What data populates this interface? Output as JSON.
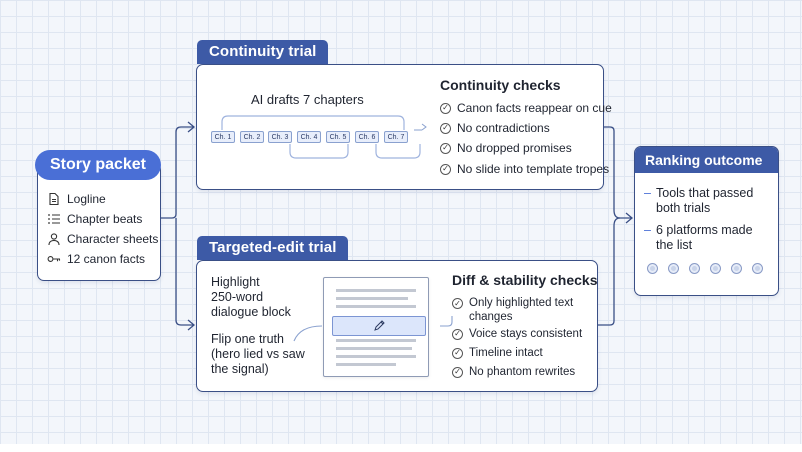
{
  "story_packet": {
    "title": "Story packet",
    "items": [
      {
        "icon": "document-icon",
        "label": "Logline"
      },
      {
        "icon": "list-icon",
        "label": "Chapter beats"
      },
      {
        "icon": "person-icon",
        "label": "Character sheets"
      },
      {
        "icon": "key-icon",
        "label": "12 canon facts"
      }
    ]
  },
  "continuity_trial": {
    "tab": "Continuity trial",
    "drafts_label": "AI drafts 7 chapters",
    "chapters": [
      "Ch. 1",
      "Ch. 2",
      "Ch. 3",
      "Ch. 4",
      "Ch. 5",
      "Ch. 6",
      "Ch. 7"
    ],
    "checks_title": "Continuity checks",
    "checks": [
      "Canon facts reappear on cue",
      "No contradictions",
      "No dropped promises",
      "No slide into template tropes"
    ]
  },
  "targeted_edit_trial": {
    "tab": "Targeted-edit trial",
    "step1": [
      "Highlight",
      "250-word",
      "dialogue block"
    ],
    "step2": [
      "Flip one truth",
      "(hero lied vs saw",
      "the signal)"
    ],
    "checks_title": "Diff & stability checks",
    "checks": [
      "Only highlighted text changes",
      "Voice stays consistent",
      "Timeline intact",
      "No phantom rewrites"
    ]
  },
  "ranking_outcome": {
    "title": "Ranking outcome",
    "items": [
      "Tools that passed both trials",
      "6 platforms made the list"
    ],
    "dot_count": 6
  },
  "colors": {
    "accent": "#4a6fd6",
    "tab": "#3d5aa6",
    "border": "#3a4f86"
  }
}
